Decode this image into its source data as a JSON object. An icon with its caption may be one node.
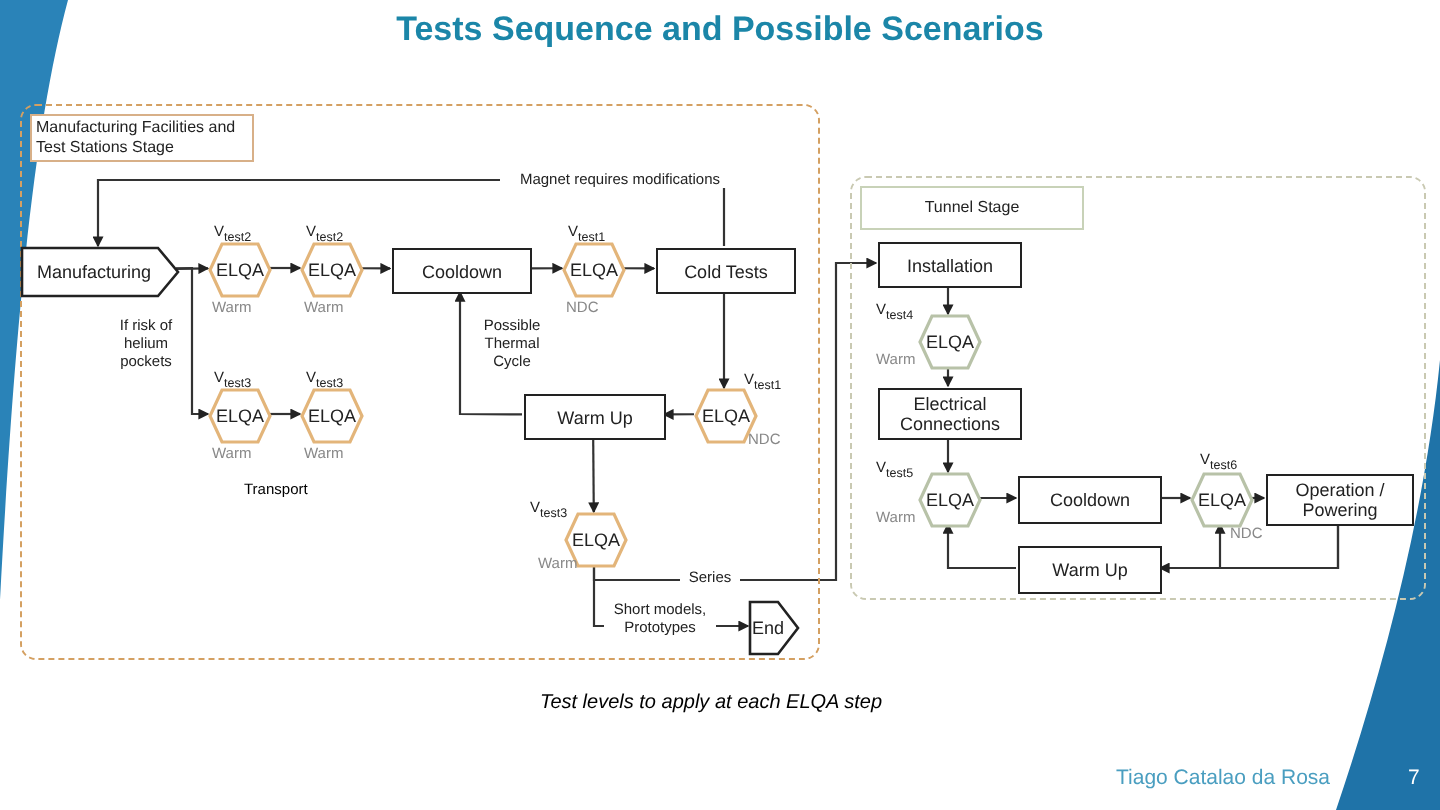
{
  "diagram": {
    "title": "Tests Sequence and Possible Scenarios",
    "nodes": [
      {
        "text": [
          "Manufacturing Facilities and Test Stations Stage"
        ]
      },
      {
        "text": [
          "Manufacturing"
        ],
        "in": 0
      },
      {
        "text": [
          "ELQA"
        ],
        "in": 0,
        "beside": [
          "V$_{test2}$",
          "Warm"
        ]
      },
      {
        "text": [
          "ELQA"
        ],
        "in": 0,
        "beside": [
          "V$_{test2}$",
          "Warm"
        ]
      },
      {
        "text": [
          "Cooldown"
        ],
        "in": 0
      },
      {
        "text": [
          "ELQA"
        ],
        "in": 0,
        "beside": [
          "V$_{test1}$",
          "NDC"
        ]
      },
      {
        "text": [
          "Cold Tests"
        ],
        "in": 0
      },
      {
        "text": [
          "ELQA"
        ],
        "in": 0,
        "beside": [
          "V$_{test3}$",
          "Warm"
        ]
      },
      {
        "text": [
          "ELQA"
        ],
        "in": 0,
        "beside": [
          "V$_{test3}$",
          "Warm"
        ]
      },
      {
        "text": [
          "Warm Up"
        ],
        "in": 0
      },
      {
        "text": [
          "ELQA"
        ],
        "in": 0,
        "beside": [
          "V$_{test1}$",
          "NDC"
        ]
      },
      {
        "text": [
          "ELQA"
        ],
        "in": 0,
        "beside": [
          "V$_{test3}$",
          "Warm"
        ]
      },
      {
        "text": [
          "End"
        ],
        "in": 0
      },
      {
        "text": [
          "Tunnel Stage"
        ]
      },
      {
        "text": [
          "Installation"
        ],
        "in": 13
      },
      {
        "text": [
          "ELQA"
        ],
        "in": 13,
        "beside": [
          "V$_{test4}$",
          "Warm"
        ]
      },
      {
        "text": [
          "Electrical Connections"
        ],
        "in": 13
      },
      {
        "text": [
          "ELQA"
        ],
        "in": 13,
        "beside": [
          "V$_{test5}$",
          "Warm"
        ]
      },
      {
        "text": [
          "Cooldown"
        ],
        "in": 13
      },
      {
        "text": [
          "ELQA"
        ],
        "in": 13,
        "beside": [
          "V$_{test6}$",
          "NDC"
        ]
      },
      {
        "text": [
          "Operation / Powering"
        ],
        "in": 13
      },
      {
        "text": [
          "Warm Up"
        ],
        "in": 13
      }
    ],
    "edges": [
      {
        "from": 6,
        "to": 1,
        "arrow": "to",
        "label": "Magnet requires modifications"
      },
      {
        "from": 1,
        "to": 2,
        "arrow": "to"
      },
      {
        "from": 2,
        "to": 3,
        "arrow": "to"
      },
      {
        "from": 3,
        "to": 4,
        "arrow": "to"
      },
      {
        "from": 4,
        "to": 5,
        "arrow": "to"
      },
      {
        "from": 5,
        "to": 6,
        "arrow": "to"
      },
      {
        "from": 1,
        "to": 7,
        "arrow": "to",
        "label": "If risk of helium pockets"
      },
      {
        "from": 7,
        "to": 8,
        "arrow": "to"
      },
      {
        "from": 6,
        "to": 10,
        "arrow": "to"
      },
      {
        "from": 10,
        "to": 9,
        "arrow": "to"
      },
      {
        "from": 9,
        "to": 4,
        "arrow": "to",
        "label": "Possible Thermal Cycle"
      },
      {
        "from": 9,
        "to": 11,
        "arrow": "to"
      },
      {
        "from": 11,
        "to": 12,
        "arrow": "to",
        "label": "Short models, Prototypes"
      },
      {
        "from": 11,
        "to": 14,
        "arrow": "to",
        "label": "Series"
      },
      {
        "from": 14,
        "to": 15,
        "arrow": "to"
      },
      {
        "from": 15,
        "to": 16,
        "arrow": "to"
      },
      {
        "from": 16,
        "to": 17,
        "arrow": "to"
      },
      {
        "from": 17,
        "to": 18,
        "arrow": "to"
      },
      {
        "from": 18,
        "to": 19,
        "arrow": "to"
      },
      {
        "from": 19,
        "to": 20,
        "arrow": "to"
      },
      {
        "from": 20,
        "to": 21,
        "arrow": "to"
      },
      {
        "from": 20,
        "to": 19,
        "arrow": "to"
      },
      {
        "from": 21,
        "to": 17,
        "arrow": "to"
      }
    ],
    "labels": [
      "Transport",
      "Test levels to apply at each ELQA step",
      "Tiago Catalao da Rosa",
      "7"
    ]
  }
}
